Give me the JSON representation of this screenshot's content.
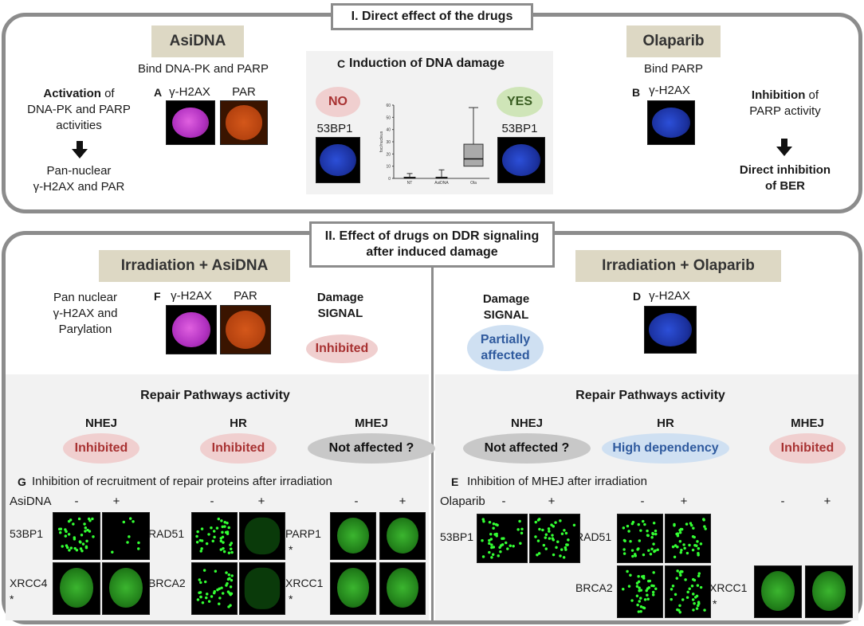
{
  "section1": {
    "title": "I. Direct effect of the drugs",
    "asidna": {
      "drug_label": "AsiDNA",
      "bind_text": "Bind DNA-PK  and PARP",
      "activation_bold": "Activation",
      "activation_rest": " of",
      "activation_line2": "DNA-PK and PARP",
      "activation_line3": "activities",
      "pan_line1": "Pan-nuclear",
      "pan_line2": "γ-H2AX and PAR",
      "panel_letter": "A",
      "img1_label": "γ-H2AX",
      "img2_label": "PAR"
    },
    "center": {
      "panel_letter": "C",
      "title": "Induction of  DNA damage",
      "no_label": "NO",
      "yes_label": "YES",
      "left_marker": "53BP1",
      "right_marker": "53BP1"
    },
    "olaparib": {
      "drug_label": "Olaparib",
      "bind_text": "Bind PARP",
      "panel_letter": "B",
      "img_label": "γ-H2AX",
      "inhibition_bold": "Inhibition",
      "inhibition_rest": " of",
      "inhibition_line2": "PARP activity",
      "direct_line1": "Direct inhibition",
      "direct_line2": "of BER"
    }
  },
  "chart_data": {
    "type": "box",
    "categories": [
      "NT",
      "AsiDNA",
      "Ola"
    ],
    "ylabel": "foci/nucleus",
    "ylim": [
      0,
      60
    ],
    "yticks": [
      0,
      10,
      20,
      30,
      40,
      50,
      60
    ],
    "boxes": [
      {
        "min": 0,
        "q1": 0,
        "median": 0.5,
        "q3": 1,
        "max": 4
      },
      {
        "min": 0,
        "q1": 0,
        "median": 0.5,
        "q3": 1,
        "max": 7
      },
      {
        "min": 0,
        "q1": 10,
        "median": 16,
        "q3": 28,
        "max": 58
      }
    ]
  },
  "section2": {
    "title_line1": "II. Effect of drugs on DDR signaling",
    "title_line2": "after induced damage",
    "left": {
      "drug_label": "Irradiation + AsiDNA",
      "pan_line1": "Pan nuclear",
      "pan_line2": "γ-H2AX and",
      "pan_line3": "Parylation",
      "panel_letter": "F",
      "img1_label": "γ-H2AX",
      "img2_label": "PAR",
      "damage_line1": "Damage",
      "damage_line2": "SIGNAL",
      "damage_status": "Inhibited",
      "repair_title": "Repair  Pathways activity",
      "pathways": [
        {
          "name": "NHEJ",
          "status": "Inhibited"
        },
        {
          "name": "HR",
          "status": "Inhibited"
        },
        {
          "name": "MHEJ",
          "status": "Not affected ?"
        }
      ],
      "panel_g_letter": "G",
      "panel_g_text": "Inhibition of recruitment of repair proteins after irradiation",
      "treatment": "AsiDNA",
      "minus": "-",
      "plus": "+",
      "proteins": [
        "53BP1",
        "XRCC4",
        "RAD51",
        "BRCA2",
        "PARP1",
        "XRCC1"
      ],
      "asterisk": "*"
    },
    "right": {
      "drug_label": "Irradiation + Olaparib",
      "damage_line1": "Damage",
      "damage_line2": "SIGNAL",
      "damage_status_line1": "Partially",
      "damage_status_line2": "affected",
      "panel_letter": "D",
      "img_label": "γ-H2AX",
      "repair_title": "Repair  Pathways activity",
      "pathways": [
        {
          "name": "NHEJ",
          "status": "Not affected ?"
        },
        {
          "name": "HR",
          "status": "High dependency"
        },
        {
          "name": "MHEJ",
          "status": "Inhibited"
        }
      ],
      "panel_e_letter": "E",
      "panel_e_text": "Inhibition of MHEJ after irradiation",
      "treatment": "Olaparib",
      "minus": "-",
      "plus": "+",
      "proteins": [
        "53BP1",
        "RAD51",
        "BRCA2",
        "XRCC1"
      ],
      "asterisk": "*"
    }
  }
}
